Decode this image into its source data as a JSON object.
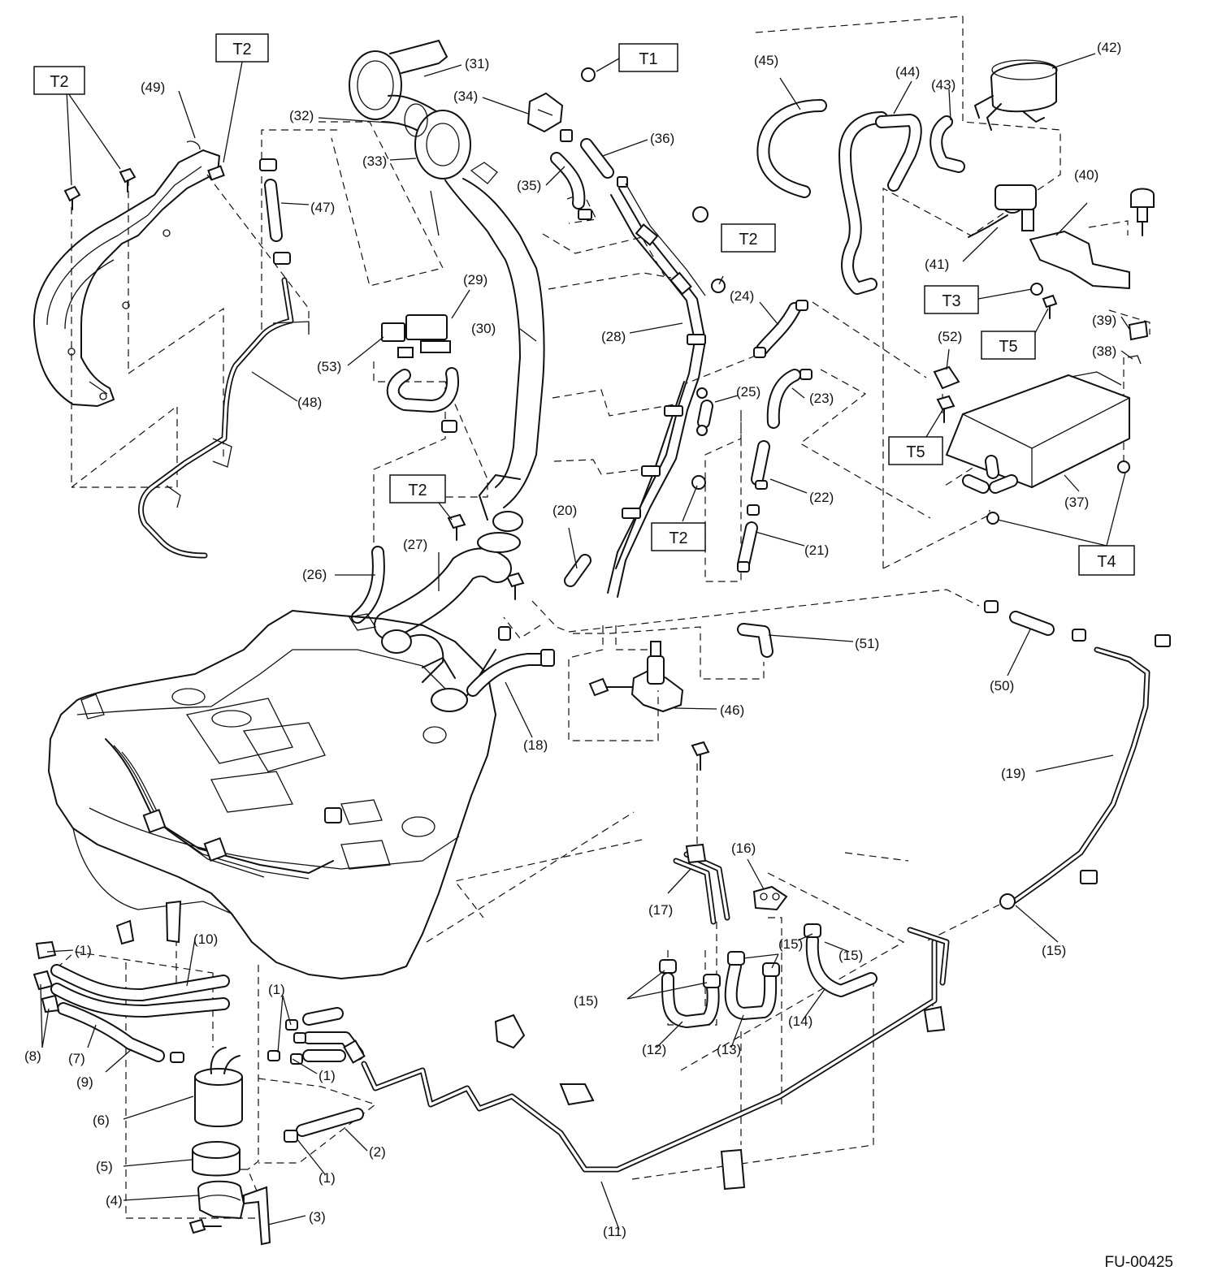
{
  "figure_code": "FU-00425",
  "callouts": [
    "(1)",
    "(2)",
    "(3)",
    "(4)",
    "(5)",
    "(6)",
    "(7)",
    "(8)",
    "(9)",
    "(10)",
    "(11)",
    "(12)",
    "(13)",
    "(14)",
    "(15)",
    "(16)",
    "(17)",
    "(18)",
    "(19)",
    "(20)",
    "(21)",
    "(22)",
    "(23)",
    "(24)",
    "(25)",
    "(26)",
    "(27)",
    "(28)",
    "(29)",
    "(30)",
    "(31)",
    "(32)",
    "(33)",
    "(34)",
    "(35)",
    "(36)",
    "(37)",
    "(38)",
    "(39)",
    "(40)",
    "(41)",
    "(42)",
    "(43)",
    "(44)",
    "(45)",
    "(46)",
    "(47)",
    "(48)",
    "(49)",
    "(50)",
    "(51)",
    "(52)",
    "(53)"
  ],
  "torque_boxes": [
    "T1",
    "T2",
    "T3",
    "T4",
    "T5"
  ]
}
